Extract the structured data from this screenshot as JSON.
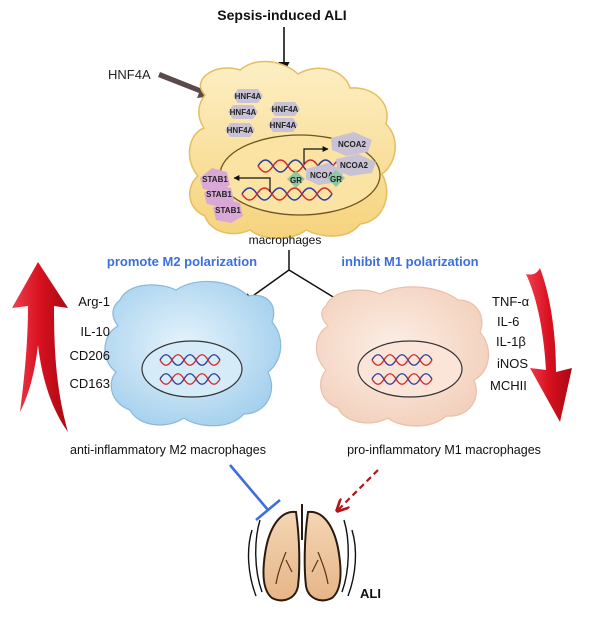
{
  "title": "Sepsis-induced ALI",
  "hnf4a_label": "HNF4A",
  "hnf4a_proteins": [
    "HNF4A",
    "HNF4A",
    "HNF4A",
    "HNF4A",
    "HNF4A"
  ],
  "ncoa2_labels": [
    "NCOA2",
    "NCOA2",
    "NCOA2"
  ],
  "gr_labels": [
    "GR",
    "GR"
  ],
  "stab1_labels": [
    "STAB1",
    "STAB1",
    "STAB1"
  ],
  "macrophage_label": "macrophages",
  "m2_arm": {
    "label": "promote M2 polarization",
    "markers": [
      "Arg-1",
      "IL-10",
      "CD206",
      "CD163"
    ],
    "cell_label": "anti-inflammatory M2 macrophages"
  },
  "m1_arm": {
    "label": "inhibit M1 polarization",
    "markers": [
      "TNF-α",
      "IL-6",
      "IL-1β",
      "iNOS",
      "MCHII"
    ],
    "cell_label": "pro-inflammatory M1 macrophages"
  },
  "outcome_label": "ALI",
  "colors": {
    "accent_blue": "#3b6fe0",
    "up_arrow": "#e0162b",
    "down_arrow": "#e0162b",
    "inhibit_line": "#3b6fe0",
    "dashed_arrow": "#b01818",
    "top_cell_fill": "#fbe3a4",
    "m2_cell_fill": "#bfe0f4",
    "m1_cell_fill": "#f7dccd"
  }
}
